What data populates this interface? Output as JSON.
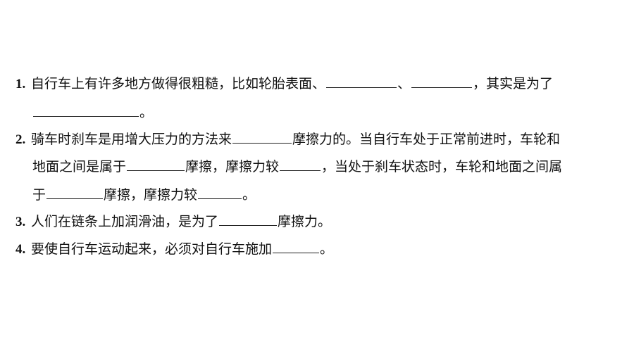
{
  "questions": [
    {
      "num": "1.",
      "lines": [
        [
          "自行车上有许多地方做得很粗糙，比如轮胎表面、",
          "、",
          "，其实是为了"
        ],
        [
          "。"
        ]
      ]
    },
    {
      "num": "2.",
      "lines": [
        [
          "骑车时刹车是用增大压力的方法来",
          "摩擦力的。当自行车处于正常前进时，车轮和"
        ],
        [
          "地面之间是属于",
          "摩擦，摩擦力较",
          "，当处于刹车状态时，车轮和地面之间属"
        ],
        [
          "于",
          "摩擦，摩擦力较",
          "。"
        ]
      ]
    },
    {
      "num": "3.",
      "lines": [
        [
          "人们在链条上加润滑油，是为了",
          "摩擦力。"
        ]
      ]
    },
    {
      "num": "4.",
      "lines": [
        [
          "要使自行车运动起来，必须对自行车施加",
          "。"
        ]
      ]
    }
  ]
}
